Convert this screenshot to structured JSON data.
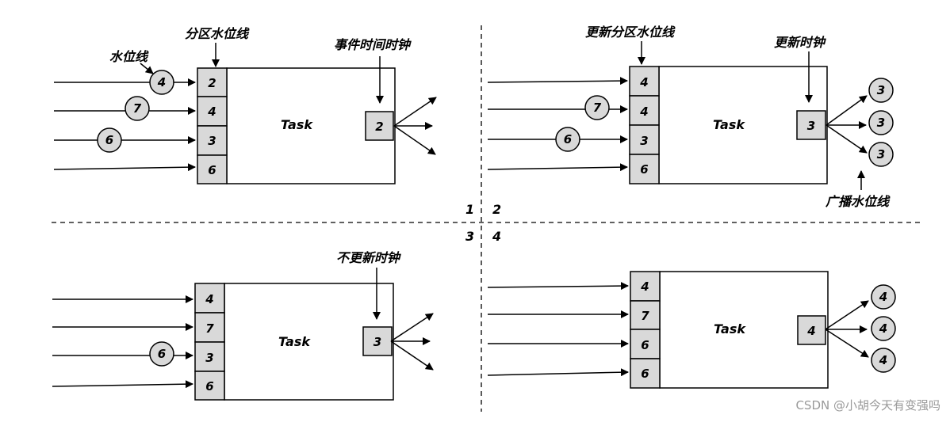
{
  "panels": [
    {
      "number": "1",
      "task_label": "Task",
      "partitions": [
        "2",
        "4",
        "3",
        "6"
      ],
      "incoming_watermarks": [
        "4",
        "7",
        "6",
        ""
      ],
      "clock": "2",
      "top_label_partition": "分区水位线",
      "top_label_clock": "事件时间时钟",
      "side_label": "水位线",
      "outputs": [
        "",
        "",
        ""
      ],
      "bottom_label": ""
    },
    {
      "number": "2",
      "task_label": "Task",
      "partitions": [
        "4",
        "4",
        "3",
        "6"
      ],
      "incoming_watermarks": [
        "",
        "7",
        "6",
        ""
      ],
      "clock": "3",
      "top_label_partition": "更新分区水位线",
      "top_label_clock": "更新时钟",
      "side_label": "",
      "outputs": [
        "3",
        "3",
        "3"
      ],
      "bottom_label": "广播水位线"
    },
    {
      "number": "3",
      "task_label": "Task",
      "partitions": [
        "4",
        "7",
        "3",
        "6"
      ],
      "incoming_watermarks": [
        "",
        "",
        "6",
        ""
      ],
      "clock": "3",
      "top_label_partition": "",
      "top_label_clock": "不更新时钟",
      "side_label": "",
      "outputs": [
        "",
        "",
        ""
      ],
      "bottom_label": ""
    },
    {
      "number": "4",
      "task_label": "Task",
      "partitions": [
        "4",
        "7",
        "6",
        "6"
      ],
      "incoming_watermarks": [
        "",
        "",
        "",
        ""
      ],
      "clock": "4",
      "top_label_partition": "",
      "top_label_clock": "",
      "side_label": "",
      "outputs": [
        "4",
        "4",
        "4"
      ],
      "bottom_label": ""
    }
  ],
  "watermark_text": "CSDN @小胡今天有变强吗",
  "colors": {
    "cell_fill": "#d9d9d9",
    "line": "#000000",
    "background": "#ffffff"
  }
}
